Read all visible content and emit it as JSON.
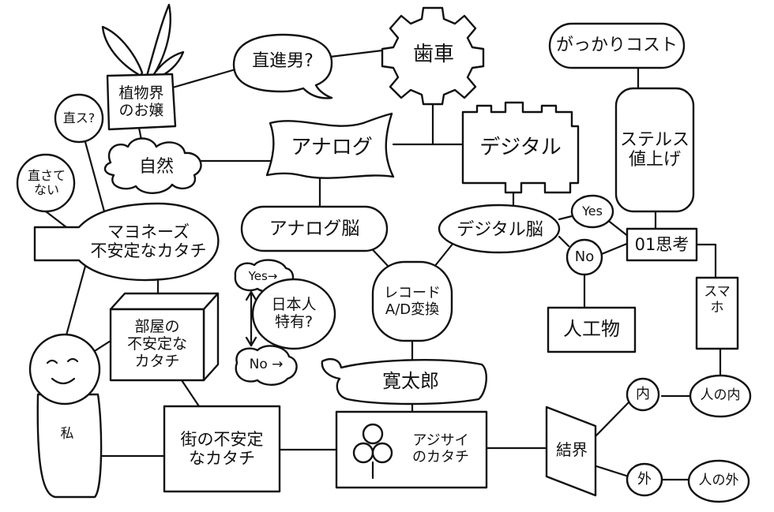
{
  "nodes": {
    "plant_lady": "植物界\nのお嬢",
    "naosu": "直ス?",
    "not_fixed": "直さて\nない",
    "nature": "自然",
    "straight_man": "直進男?",
    "gear": "歯車",
    "analog": "アナログ",
    "digital": "デジタル",
    "disappointing_cost": "がっかりコスト",
    "stealth_price": "ステルス\n値上げ",
    "mayonnaise": "マヨネーズ\n不安定なカタチ",
    "analog_brain": "アナログ脳",
    "digital_brain": "デジタル脳",
    "yes_top": "Yes",
    "no_mid": "No",
    "binary_thinking": "01思考",
    "smartphone": "スマホ",
    "artificial": "人工物",
    "room_shape": "部屋の\n不安定な\nカタチ",
    "yes_left": "Yes→",
    "japanese_specific": "日本人\n特有?",
    "no_left": "No →",
    "record_ad": "レコード\nA/D変換",
    "kantaro": "寛太郎",
    "me": "私",
    "street_shape": "街の不安定\nなカタチ",
    "hydrangea": "アジサイ\nのカタチ",
    "barrier": "結界",
    "inside": "内",
    "inside_person": "人の内",
    "outside": "外",
    "outside_person": "人の外"
  }
}
